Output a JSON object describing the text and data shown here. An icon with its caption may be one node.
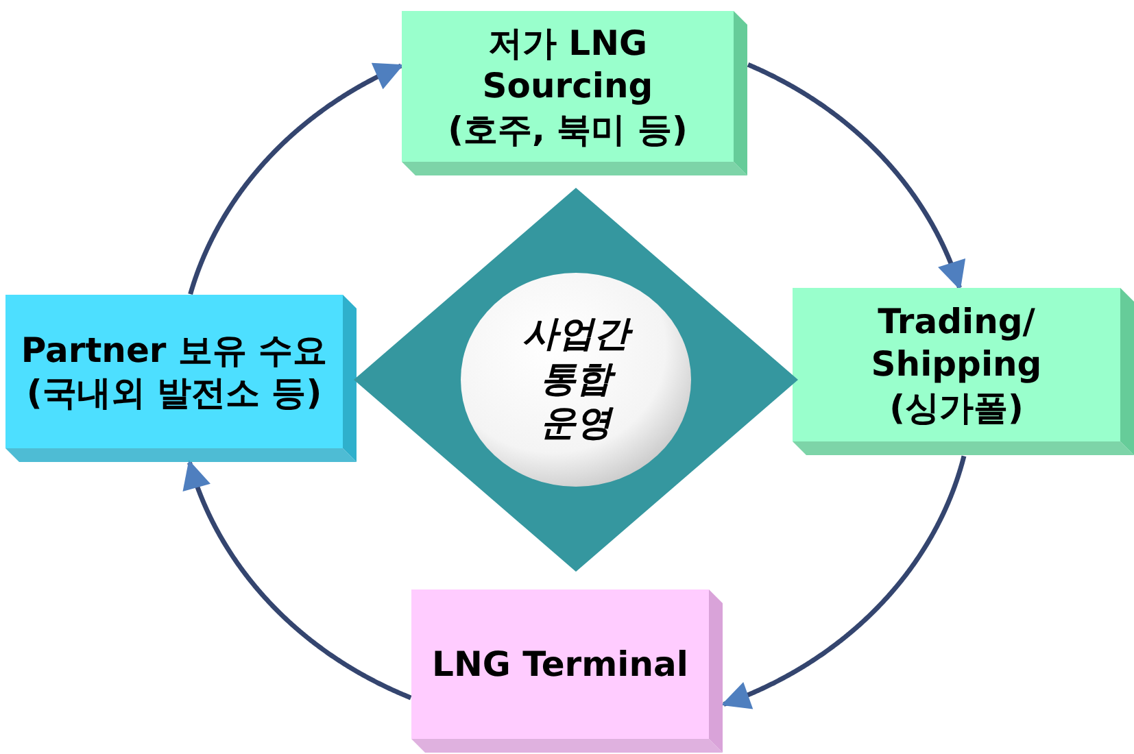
{
  "diagram": {
    "nodes": [
      {
        "text": [
          "저가 LNG Sourcing",
          "(호주, 북미 등)"
        ]
      },
      {
        "text": [
          "Trading/ Shipping",
          "(싱가폴)"
        ]
      },
      {
        "text": [
          "LNG Terminal"
        ]
      },
      {
        "text": [
          "Partner 보유 수요",
          "(국내외 발전소 등)"
        ]
      },
      {
        "text": [],
        "shape": "diamond"
      },
      {
        "text": [
          "사업간 통합 운영"
        ],
        "in": 4
      }
    ],
    "edges": [
      {
        "from": 0,
        "to": 1,
        "arrow": "to"
      },
      {
        "from": 1,
        "to": 2,
        "arrow": "to"
      },
      {
        "from": 2,
        "to": 3,
        "arrow": "to"
      },
      {
        "from": 3,
        "to": 0,
        "arrow": "to"
      }
    ]
  }
}
